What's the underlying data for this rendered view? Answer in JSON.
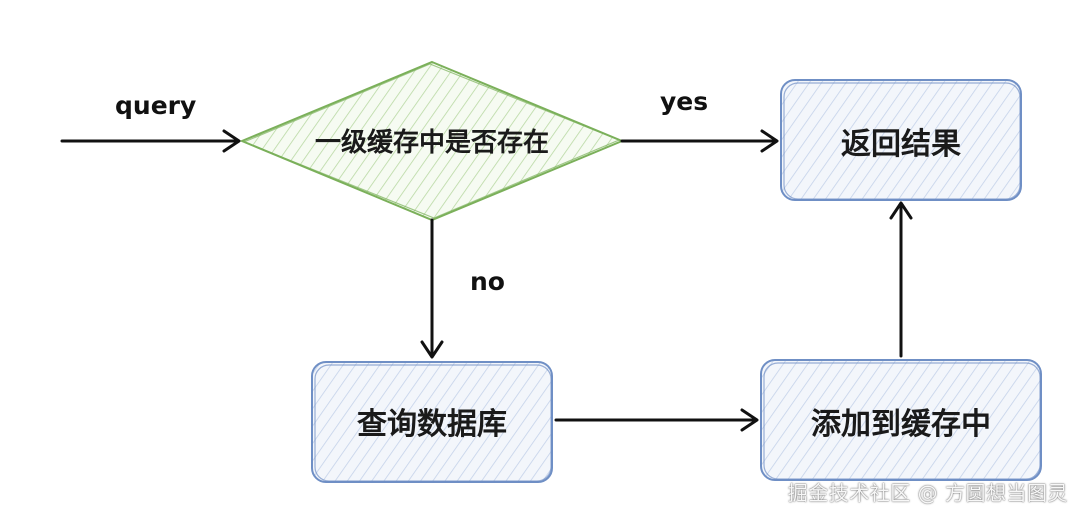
{
  "diagram": {
    "decision": {
      "label": "一级缓存中是否存在"
    },
    "nodes": {
      "return_result": "返回结果",
      "query_db": "查询数据库",
      "add_to_cache": "添加到缓存中"
    },
    "edges": {
      "query": "query",
      "yes": "yes",
      "no": "no"
    }
  },
  "watermark": "掘金技术社区 @ 方圆想当图灵",
  "colors": {
    "decision_stroke": "#7bb05a",
    "decision_fill": "#d7eac9",
    "box_stroke": "#6f8fc5",
    "box_fill": "#dde6f3",
    "arrow": "#111111"
  }
}
